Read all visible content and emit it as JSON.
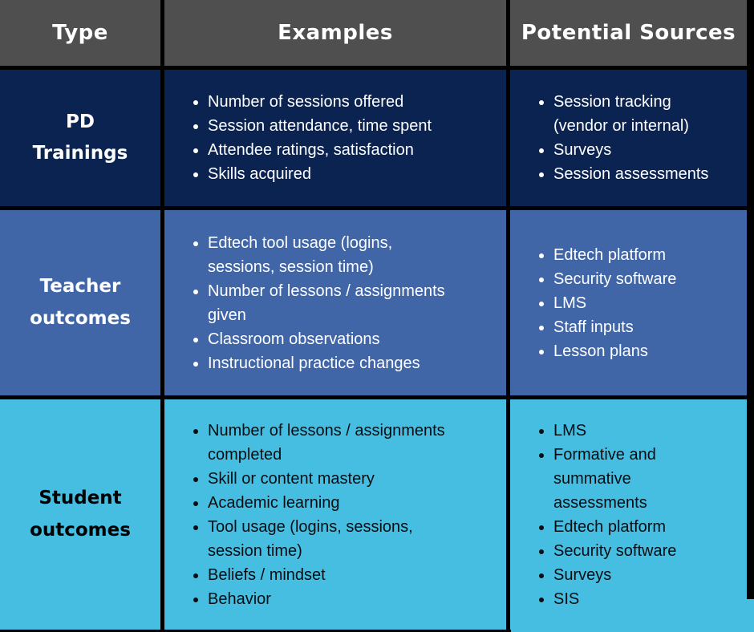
{
  "palette": {
    "border_black": "#000000",
    "header_bg": "#4F4F4F",
    "header_text": "#FFFFFF",
    "pd_row_bg": "#0B2351",
    "teacher_row_bg": "#4066A8",
    "student_row_bg": "#45BEE2",
    "light_text": "#FFFFFF",
    "dark_text": "#0A0D12"
  },
  "table": {
    "headers": [
      "Type",
      "Examples",
      "Potential Sources"
    ],
    "rows": [
      {
        "type": "PD Trainings",
        "examples": [
          "Number of sessions offered",
          "Session attendance, time spent",
          "Attendee ratings, satisfaction",
          "Skills acquired"
        ],
        "sources": [
          "Session tracking\n(vendor or internal)",
          "Surveys",
          "Session assessments"
        ]
      },
      {
        "type": "Teacher outcomes",
        "examples": [
          "Edtech tool usage (logins,\nsessions, session time)",
          "Number of lessons / assignments\ngiven",
          "Classroom observations",
          "Instructional practice changes"
        ],
        "sources": [
          "Edtech platform",
          "Security software",
          "LMS",
          "Staff inputs",
          "Lesson plans"
        ]
      },
      {
        "type": "Student outcomes",
        "examples": [
          "Number of lessons / assignments\ncompleted",
          "Skill or content mastery",
          "Academic learning",
          "Tool usage (logins, sessions,\nsession time)",
          "Beliefs / mindset",
          "Behavior"
        ],
        "sources": [
          "LMS",
          "Formative and\nsummative\nassessments",
          "Edtech platform",
          "Security software",
          "Surveys",
          "SIS"
        ]
      }
    ]
  }
}
